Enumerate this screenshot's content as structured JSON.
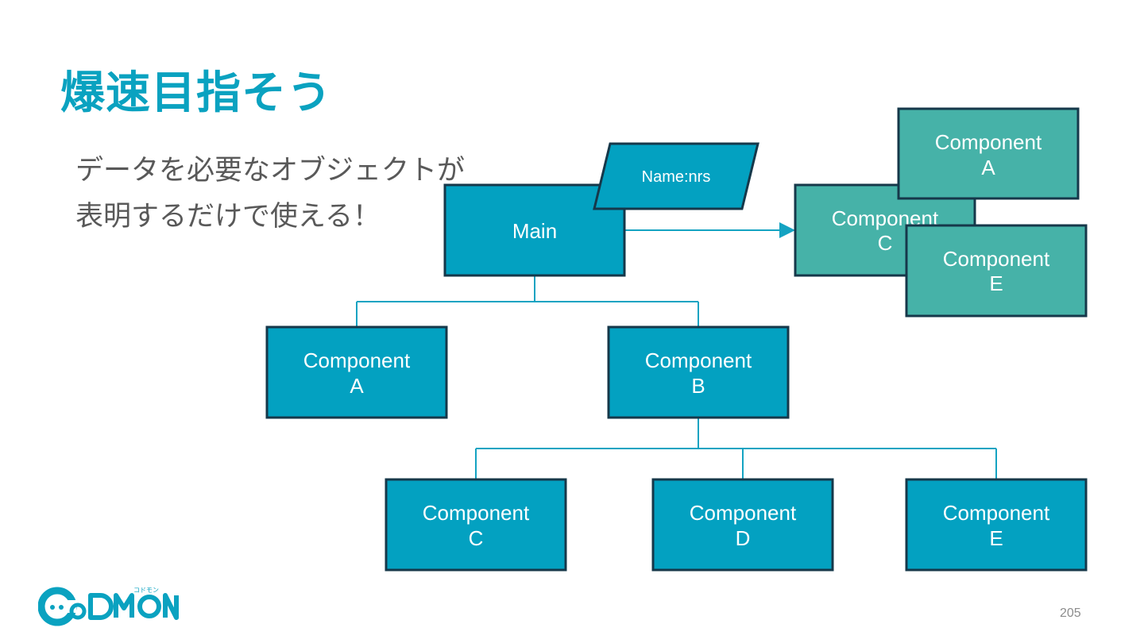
{
  "slide": {
    "title": "爆速目指そう",
    "body_lines": [
      "データを必要なオブジェクトが",
      "表明するだけで使える！"
    ],
    "page_number": "205"
  },
  "diagram": {
    "nodes": {
      "main": {
        "line1": "Main",
        "line2": ""
      },
      "name_tag": {
        "line1": "Name:nrs"
      },
      "comp_a": {
        "line1": "Component",
        "line2": "A"
      },
      "comp_b": {
        "line1": "Component",
        "line2": "B"
      },
      "comp_c": {
        "line1": "Component",
        "line2": "C"
      },
      "comp_d": {
        "line1": "Component",
        "line2": "D"
      },
      "comp_e": {
        "line1": "Component",
        "line2": "E"
      },
      "teal_c": {
        "line1": "Component",
        "line2": "C"
      },
      "teal_a": {
        "line1": "Component",
        "line2": "A"
      },
      "teal_e": {
        "line1": "Component",
        "line2": "E"
      }
    },
    "colors": {
      "node_blue": "#03a1c1",
      "node_teal": "#46b2a8",
      "node_border": "#16384a",
      "connector": "#14a3c2",
      "title": "#0aa2c0"
    }
  },
  "logo": {
    "word": "CODMON",
    "kana": "コドモン"
  }
}
